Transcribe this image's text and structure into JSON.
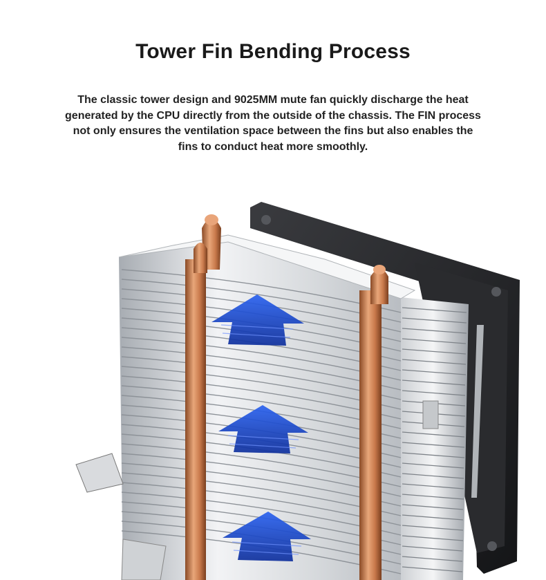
{
  "title": "Tower Fin Bending Process",
  "description": "The classic tower design and 9025MM mute fan quickly discharge the heat generated by the CPU directly from the outside of the chassis. The FIN process not only ensures the ventilation space between the fins but also enables the fins to conduct heat more smoothly.",
  "image": {
    "subject": "cpu-tower-cooler",
    "arrow_count": 3
  },
  "colors": {
    "text": "#1a1a1a",
    "fin_light": "#eceef0",
    "fin_dark": "#9aa0a6",
    "copper": "#c8794a",
    "fan": "#1e1f22",
    "arrow": "#1e4fd6"
  }
}
